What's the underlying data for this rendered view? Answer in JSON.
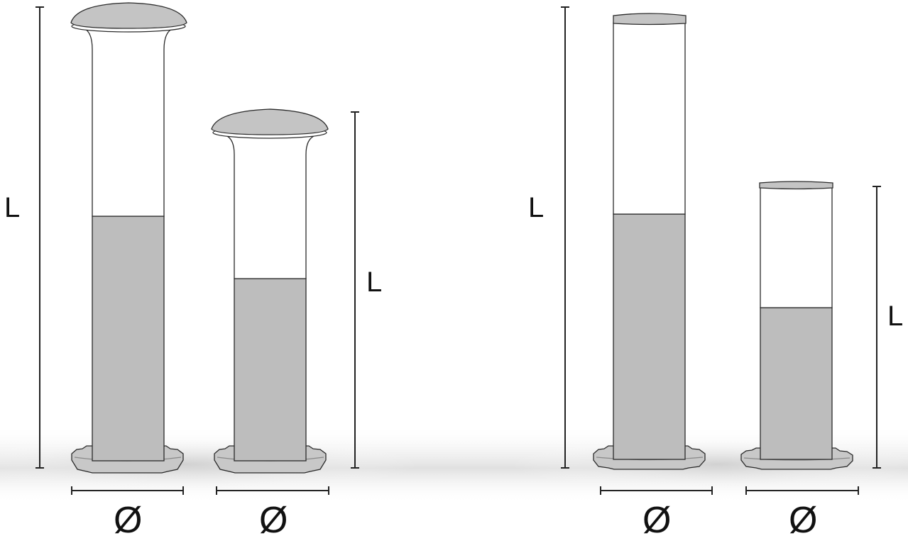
{
  "labels": {
    "length_symbol": "L",
    "diameter_symbol": "Ø"
  },
  "colors": {
    "base_gray": "#bdbdbd",
    "cap_gray": "#c4c4c4",
    "outline": "#2a2a2a",
    "dimension_line": "#222222",
    "diffuser": "#ffffff"
  },
  "groups": [
    {
      "name": "mushroom-cap-bollards",
      "items": [
        {
          "model": "mushroom-cap-tall",
          "length_label": "L",
          "diameter_label": "Ø"
        },
        {
          "model": "mushroom-cap-short",
          "length_label": "L",
          "diameter_label": "Ø"
        }
      ]
    },
    {
      "name": "flat-cap-bollards",
      "items": [
        {
          "model": "flat-cap-tall",
          "length_label": "L",
          "diameter_label": "Ø"
        },
        {
          "model": "flat-cap-short",
          "length_label": "L",
          "diameter_label": "Ø"
        }
      ]
    }
  ]
}
